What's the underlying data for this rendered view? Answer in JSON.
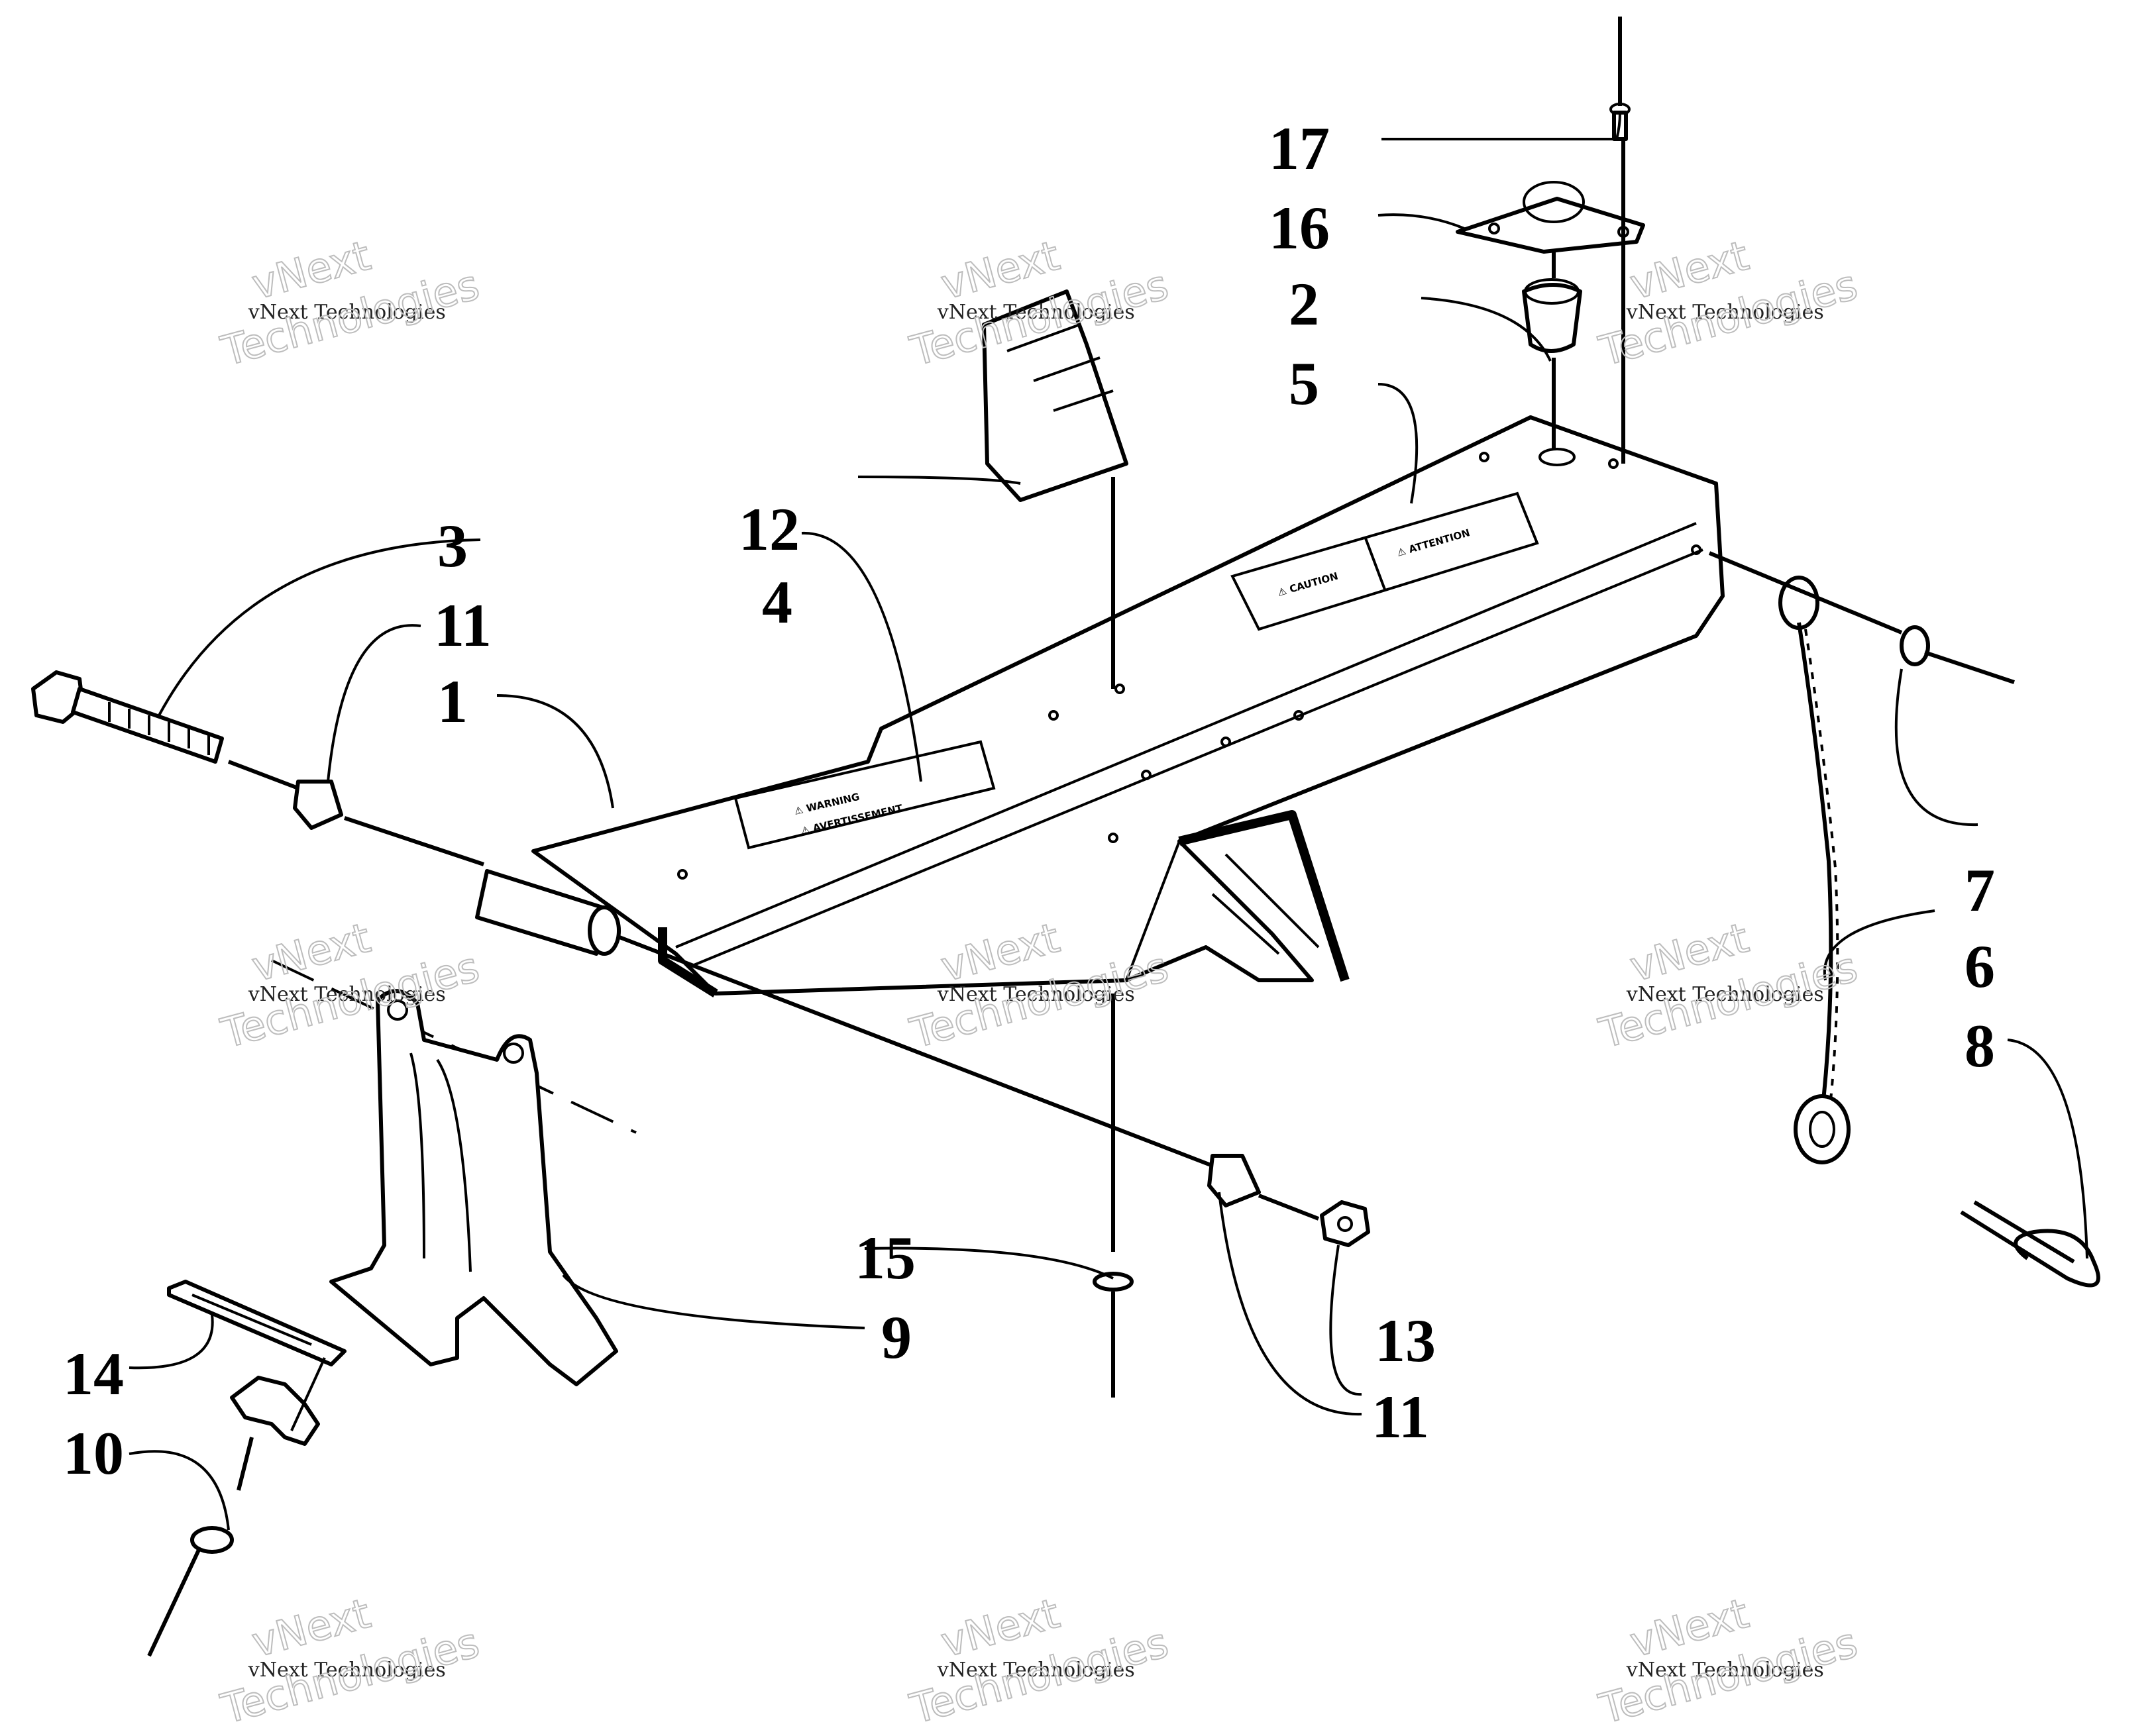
{
  "callouts": [
    {
      "id": "1",
      "text": "1"
    },
    {
      "id": "2",
      "text": "2"
    },
    {
      "id": "3",
      "text": "3"
    },
    {
      "id": "4",
      "text": "4"
    },
    {
      "id": "5",
      "text": "5"
    },
    {
      "id": "6",
      "text": "6"
    },
    {
      "id": "7",
      "text": "7"
    },
    {
      "id": "8",
      "text": "8"
    },
    {
      "id": "9",
      "text": "9"
    },
    {
      "id": "10",
      "text": "10"
    },
    {
      "id": "11a",
      "text": "11"
    },
    {
      "id": "11b",
      "text": "11"
    },
    {
      "id": "12",
      "text": "12"
    },
    {
      "id": "13",
      "text": "13"
    },
    {
      "id": "14",
      "text": "14"
    },
    {
      "id": "15",
      "text": "15"
    },
    {
      "id": "16",
      "text": "16"
    },
    {
      "id": "17",
      "text": "17"
    }
  ],
  "decals": {
    "warning_label": "⚠ WARNING",
    "avertissement_label": "⚠ AVERTISSEMENT",
    "caution_label": "⚠ CAUTION",
    "attention_label": "⚠ ATTENTION"
  },
  "watermark": {
    "line1": "vNext Technologies",
    "line2": "vNext",
    "line3": "Technologies"
  }
}
